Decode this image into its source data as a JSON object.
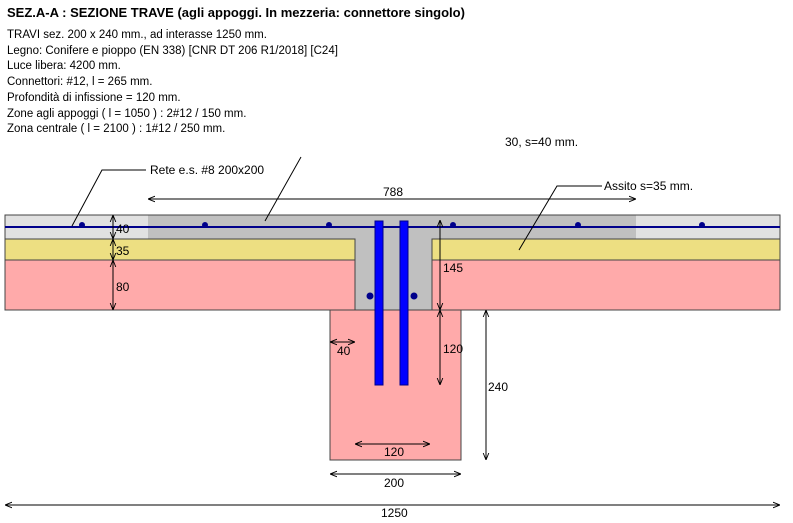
{
  "title": "SEZ.A-A : SEZIONE TRAVE (agli appoggi. In mezzeria: connettore singolo)",
  "info_lines": [
    "TRAVI sez. 200 x 240 mm., ad interasse 1250 mm.",
    "Legno: Conifere e pioppo (EN 338) [CNR DT 206 R1/2018] [C24]",
    "Luce libera: 4200 mm.",
    "Connettori: #12, l = 265 mm.",
    "Profondità di infissione = 120 mm.",
    "Zone agli appoggi ( l = 1050 ) :  2#12 / 150 mm.",
    "Zona centrale ( l = 2100 ) :  1#12 / 250 mm."
  ],
  "labels": {
    "slab_note": "30, s=40 mm.",
    "mesh": "Rete e.s. #8  200x200",
    "planking": "Assito s=35  mm."
  },
  "dimensions": {
    "effective_width": "788",
    "slab_thickness": "40",
    "planking_thickness": "35",
    "joist_depth": "80",
    "rib_depth": "145",
    "rib_offset": "40",
    "embedment": "120",
    "beam_height": "240",
    "connector_spacing": "120",
    "beam_width": "200",
    "spacing": "1250"
  },
  "colors": {
    "concrete_light": "#e1e1e1",
    "concrete_dark": "#c0c0c0",
    "planking": "#eddf82",
    "timber": "#ffaaaa",
    "rebar": "#00008b",
    "connector": "#0000ff"
  }
}
